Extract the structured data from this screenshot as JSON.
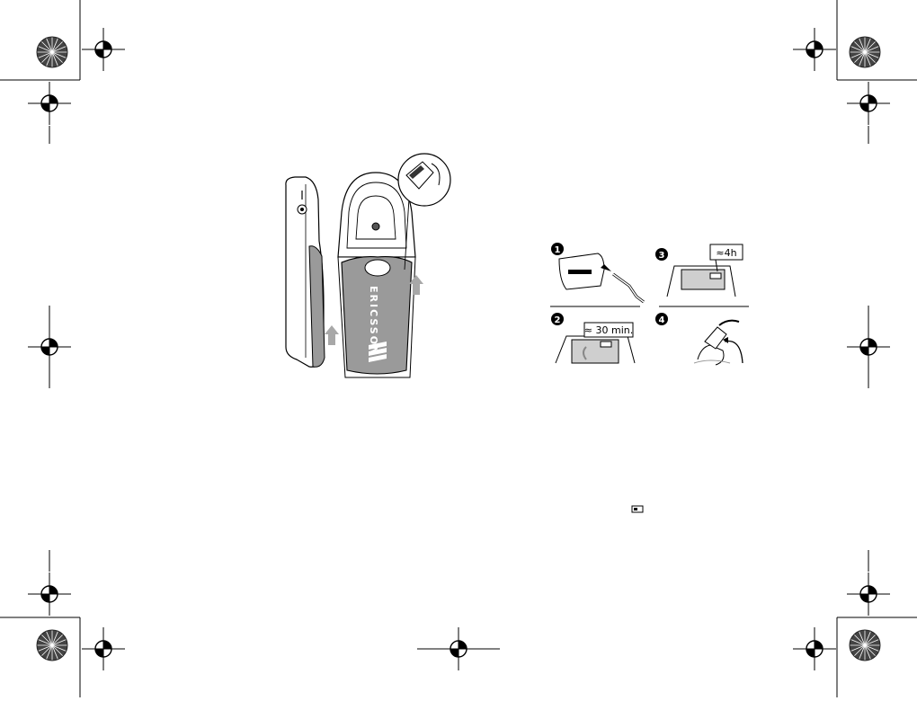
{
  "brand": {
    "wordmark": "ERICSSON"
  },
  "charging_steps": [
    {
      "number": "1",
      "callout": ""
    },
    {
      "number": "2",
      "callout": "≈ 30 min."
    },
    {
      "number": "3",
      "callout": "≈4h"
    },
    {
      "number": "4",
      "callout": ""
    }
  ],
  "icons": {
    "registration_mark": "crosshair-target-icon",
    "color_bar": "starburst-color-bar-icon",
    "battery_glyph": "battery-icon",
    "direction_arrow": "up-arrow-icon"
  },
  "colors": {
    "ink": "#000000",
    "cover_gray": "#9a9a9a",
    "arrow_gray": "#a8a8a8",
    "screen_gray": "#cfcfcf"
  }
}
